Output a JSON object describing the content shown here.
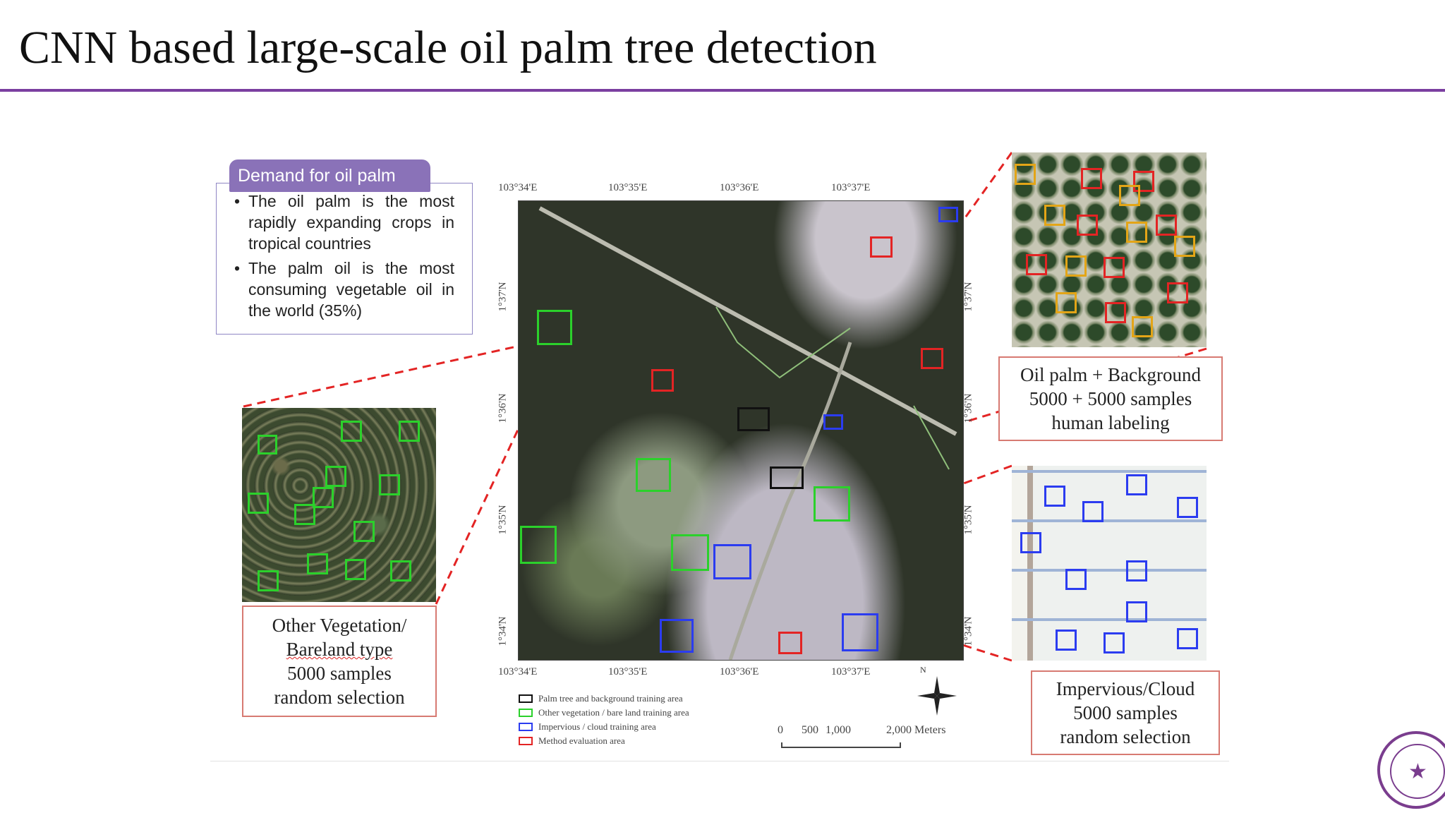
{
  "slide": {
    "title": "CNN based large-scale oil palm tree detection"
  },
  "demand": {
    "heading": "Demand for oil palm",
    "bullets": [
      "The oil palm is the most rapidly expanding crops in tropical countries",
      "The palm oil is the most consuming vegetable oil in the world (35%)"
    ]
  },
  "captions": {
    "left": [
      "Other Vegetation/",
      "Bareland type",
      "5000 samples",
      "random selection"
    ],
    "right_top": [
      "Oil palm + Background",
      "5000 + 5000 samples",
      "human labeling"
    ],
    "right_bottom": [
      "Impervious/Cloud",
      "5000 samples",
      "random selection"
    ]
  },
  "map": {
    "top_ticks": [
      "103°34'E",
      "103°35'E",
      "103°36'E",
      "103°37'E"
    ],
    "bottom_ticks": [
      "103°34'E",
      "103°35'E",
      "103°36'E",
      "103°37'E"
    ],
    "left_ticks": [
      "1°37'N",
      "1°36'N",
      "1°35'N",
      "1°34'N"
    ],
    "right_ticks": [
      "1°37'N",
      "1°36'N",
      "1°35'N",
      "1°34'N"
    ],
    "north_label": "N",
    "scale_labels": [
      "0",
      "500",
      "1,000",
      "2,000 Meters"
    ],
    "legend": [
      {
        "label": "Palm tree and background training area",
        "color": "#111111"
      },
      {
        "label": "Other vegetation / bare land training area",
        "color": "#2bd12b"
      },
      {
        "label": "Impervious / cloud training area",
        "color": "#2b3cf0"
      },
      {
        "label": "Method evaluation area",
        "color": "#e32424"
      }
    ]
  },
  "colors": {
    "accent_rule": "#7b3fa0",
    "demand_header": "#8a72b8",
    "caption_border": "#d77a72",
    "connector": "#e32424"
  },
  "icons": {
    "north_arrow": "north-arrow-icon",
    "seal": "university-seal-logo"
  }
}
